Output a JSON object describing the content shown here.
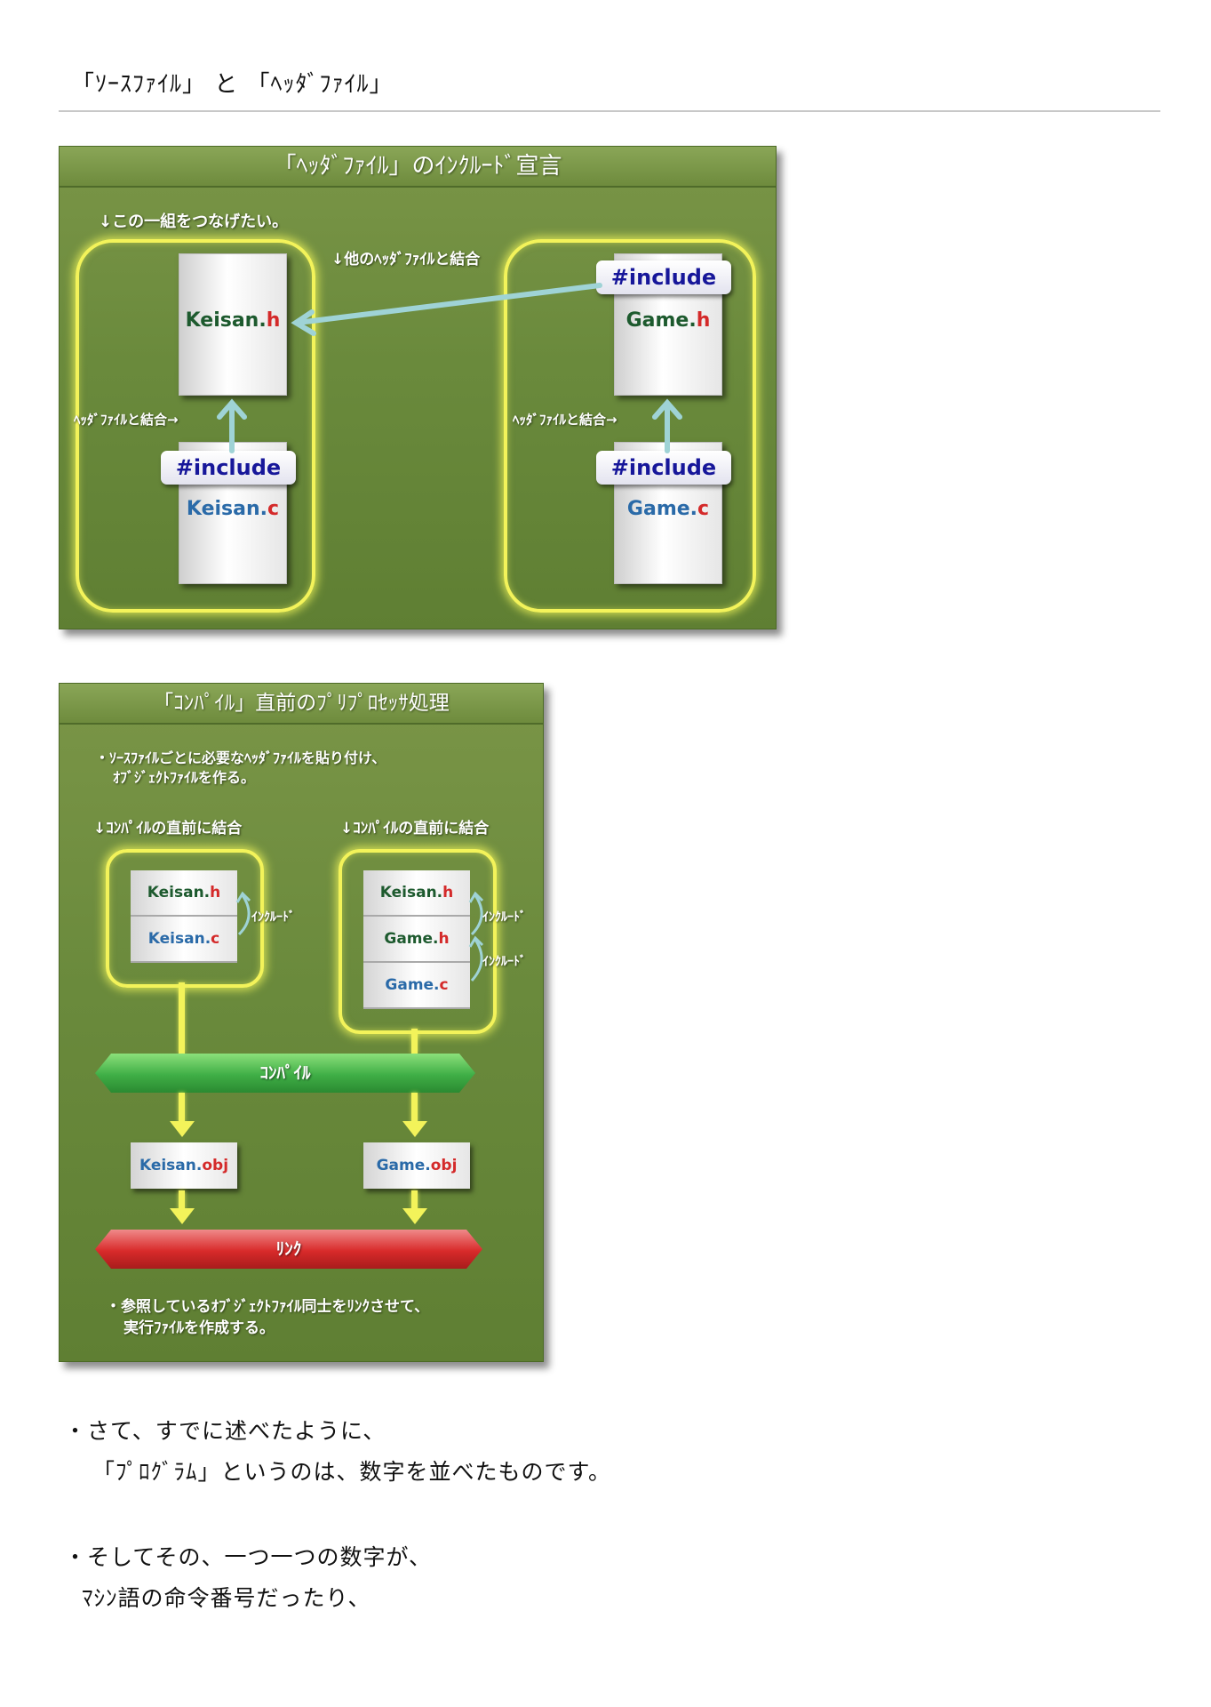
{
  "page_title": "「ｿｰｽﾌｧｲﾙ」 と 「ﾍｯﾀﾞﾌｧｲﾙ」",
  "diagram1": {
    "title": "「ﾍｯﾀﾞﾌｧｲﾙ」のｲﾝｸﾙｰﾄﾞ宣言",
    "note": "↓この一組をつなげたい。",
    "merge_other": "↓他のﾍｯﾀﾞﾌｧｲﾙと結合",
    "merge_left": "ﾍｯﾀﾞﾌｧｲﾙと結合→",
    "merge_right": "ﾍｯﾀﾞﾌｧｲﾙと結合→",
    "include": "#include",
    "keisan_h": {
      "base": "Keisan.",
      "ext": "h"
    },
    "keisan_c": {
      "base": "Keisan.",
      "ext": "c"
    },
    "game_h": {
      "base": "Game.",
      "ext": "h"
    },
    "game_c": {
      "base": "Game.",
      "ext": "c"
    }
  },
  "diagram2": {
    "title": "「ｺﾝﾊﾟｲﾙ」直前のﾌﾟﾘﾌﾟﾛｾｯｻ処理",
    "note_line1": "・ｿｰｽﾌｧｲﾙごとに必要なﾍｯﾀﾞﾌｧｲﾙを貼り付け、",
    "note_line2": "ｵﾌﾞｼﾞｪｸﾄﾌｧｲﾙを作る。",
    "left_head": "↓ｺﾝﾊﾟｲﾙの直前に結合",
    "right_head": "↓ｺﾝﾊﾟｲﾙの直前に結合",
    "include_label": "ｲﾝｸﾙｰﾄﾞ",
    "left_stack": [
      {
        "base": "Keisan.",
        "ext": "h",
        "color": "green"
      },
      {
        "base": "Keisan.",
        "ext": "c",
        "color": "blue"
      }
    ],
    "right_stack": [
      {
        "base": "Keisan.",
        "ext": "h",
        "color": "green"
      },
      {
        "base": "Game.",
        "ext": "h",
        "color": "green"
      },
      {
        "base": "Game.",
        "ext": "c",
        "color": "blue"
      }
    ],
    "compile": "ｺﾝﾊﾟｲﾙ",
    "obj_left": {
      "base": "Keisan.",
      "ext": "obj"
    },
    "obj_right": {
      "base": "Game.",
      "ext": "obj"
    },
    "link": "ﾘﾝｸ",
    "bottom_line1": "・参照しているｵﾌﾞｼﾞｪｸﾄﾌｧｲﾙ同士をﾘﾝｸさせて、",
    "bottom_line2": "実行ﾌｧｲﾙを作成する。"
  },
  "body": {
    "p1_line1": "・さて、すでに述べたように、",
    "p1_line2": "「ﾌﾟﾛｸﾞﾗﾑ」というのは、数字を並べたものです。",
    "p2_line1": "・そしてその、一つ一つの数字が、",
    "p2_line2": "ﾏｼﾝ語の命令番号だったり、"
  },
  "colors": {
    "panel": "#6a8a3c",
    "glow": "#f3f35a",
    "include_text": "#17179a",
    "ext_red": "#d42a2a",
    "compile": "#4caf50",
    "link": "#d32f2f"
  }
}
